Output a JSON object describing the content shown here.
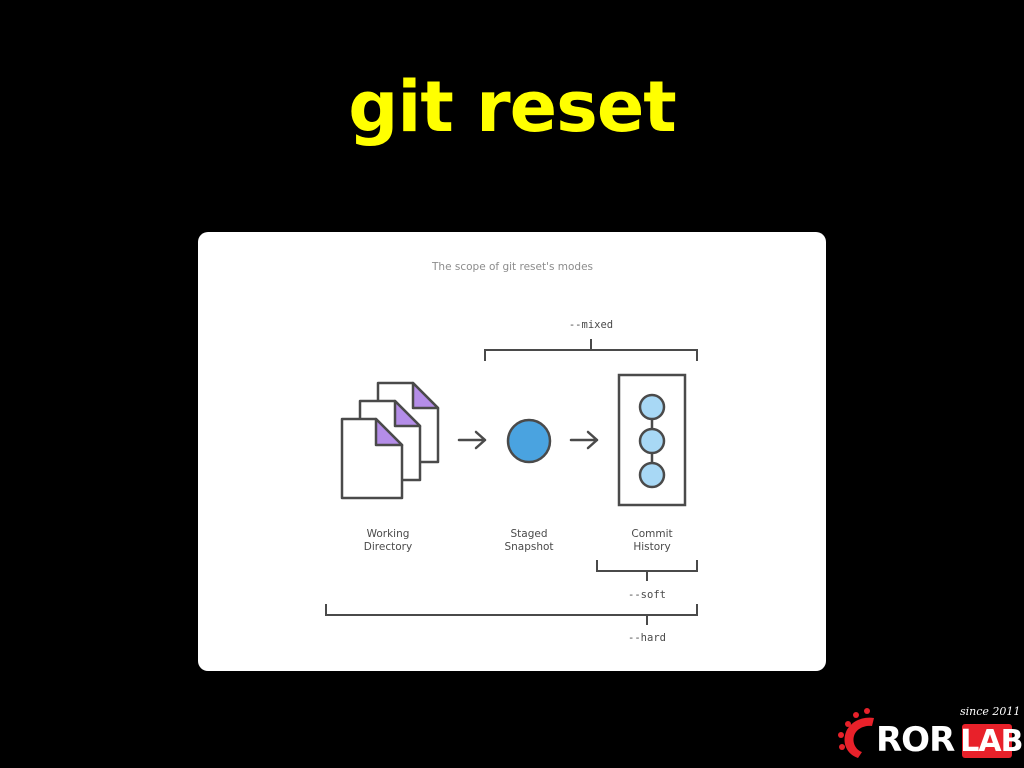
{
  "slide": {
    "title": "git reset"
  },
  "diagram": {
    "title": "The scope of git reset's modes",
    "stages": [
      {
        "label_line1": "Working",
        "label_line2": "Directory"
      },
      {
        "label_line1": "Staged",
        "label_line2": "Snapshot"
      },
      {
        "label_line1": "Commit",
        "label_line2": "History"
      }
    ],
    "brackets": {
      "mixed": "--mixed",
      "soft": "--soft",
      "hard": "--hard"
    }
  },
  "logo": {
    "since": "since 2011",
    "ror": "ROR",
    "lab": "LAB"
  },
  "colors": {
    "background": "#000000",
    "title": "#ffff00",
    "card": "#ffffff",
    "stroke": "#4a4a4a",
    "doc_corner": "#b48de8",
    "staged_circle": "#4aa3e0",
    "commit_circle": "#a8d8f5",
    "logo_red": "#e8212a",
    "logo_white": "#ffffff"
  }
}
